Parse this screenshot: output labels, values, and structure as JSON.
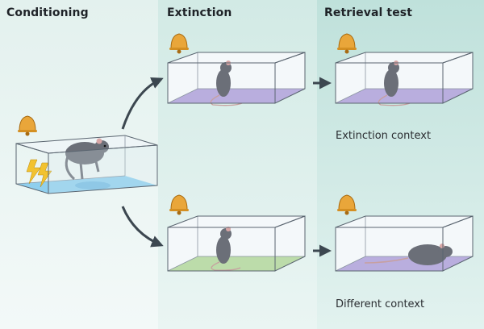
{
  "panels": {
    "conditioning": "Conditioning",
    "extinction": "Extinction",
    "retrieval": "Retrieval test"
  },
  "labels": {
    "extinction_context": "Extinction context",
    "different_context": "Different context"
  },
  "colors": {
    "panel1_bg": "#eaf4f2",
    "panel2_bg": "#d9ede9",
    "panel3_bg": "#c9e6e1",
    "water": "#8fcfee",
    "purple_floor": "#b9aede",
    "green_floor": "#bcdcaa",
    "bell": "#e9a63a",
    "arrow": "#3c4750",
    "bolt": "#f2c230",
    "rat": "#6b6f78"
  },
  "icons": [
    "bell-icon",
    "lightning-icon",
    "rat-icon",
    "arrow-icon"
  ]
}
